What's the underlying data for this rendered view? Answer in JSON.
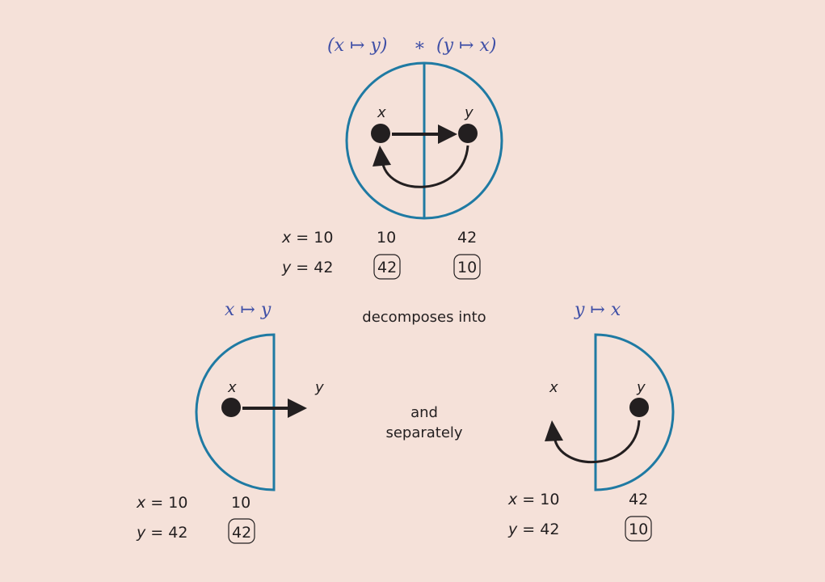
{
  "top": {
    "formula_left": "(x ↦ y)",
    "formula_star": "∗",
    "formula_right": "(y ↦ x)",
    "label_x": "x",
    "label_y": "y",
    "state_x_var": "x",
    "state_x_val": "10",
    "state_y_var": "y",
    "state_y_val": "42",
    "col1_row1": "10",
    "col1_row2": "42",
    "col2_row1": "42",
    "col2_row2": "10"
  },
  "middle": {
    "decomposes": "decomposes into",
    "and_line1": "and",
    "and_line2": "separately"
  },
  "left": {
    "formula": "x ↦ y",
    "label_x": "x",
    "label_y": "y",
    "state_x_var": "x",
    "state_x_val": "10",
    "state_y_var": "y",
    "state_y_val": "42",
    "col_row1": "10",
    "col_row2": "42"
  },
  "right": {
    "formula": "y ↦ x",
    "label_x": "x",
    "label_y": "y",
    "state_x_var": "x",
    "state_x_val": "10",
    "state_y_var": "y",
    "state_y_val": "42",
    "col_row1": "42",
    "col_row2": "10"
  },
  "colors": {
    "background": "#f5e1d9",
    "circle": "#1f7aa3",
    "formula": "#3f4fa6",
    "ink": "#231f20"
  }
}
